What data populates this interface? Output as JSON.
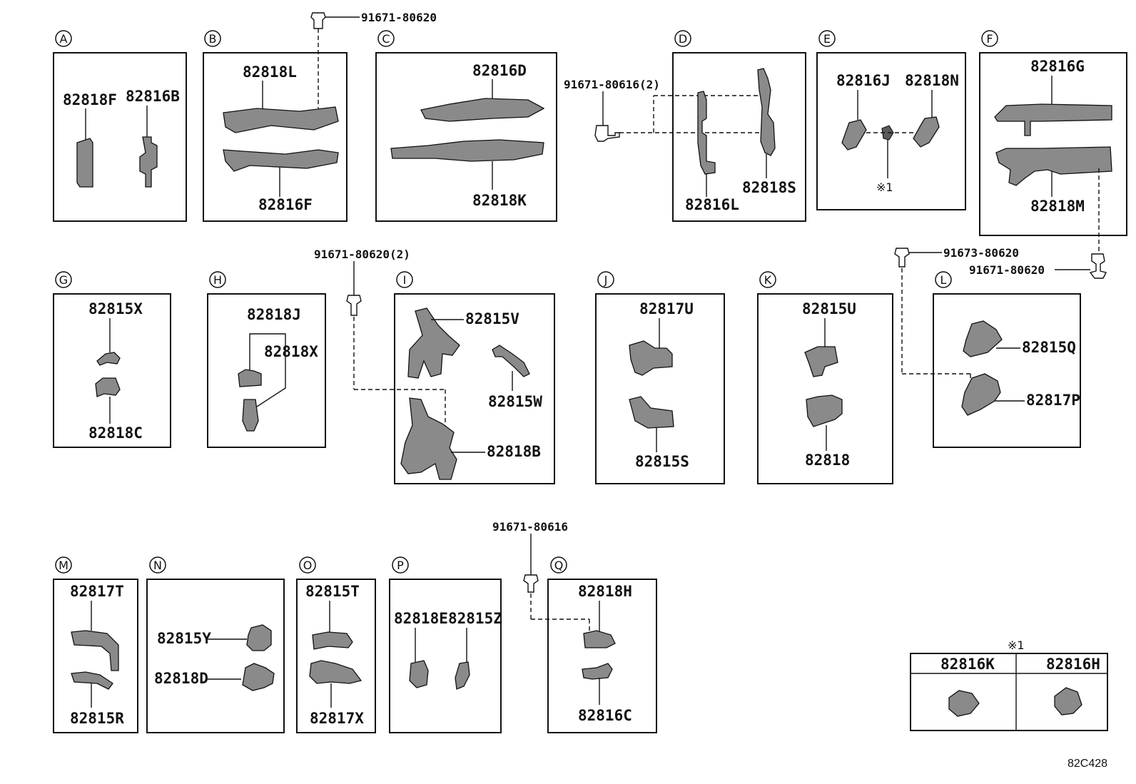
{
  "sections": {
    "A": {
      "letter": "A",
      "parts": [
        "82818F",
        "82816B"
      ]
    },
    "B": {
      "letter": "B",
      "parts": [
        "82818L",
        "82816F"
      ]
    },
    "C": {
      "letter": "C",
      "parts": [
        "82816D",
        "82818K"
      ]
    },
    "D": {
      "letter": "D",
      "parts": [
        "82816L",
        "82818S"
      ]
    },
    "E": {
      "letter": "E",
      "parts": [
        "82816J",
        "82818N"
      ],
      "note": "※1"
    },
    "F": {
      "letter": "F",
      "parts": [
        "82816G",
        "82818M"
      ]
    },
    "G": {
      "letter": "G",
      "parts": [
        "82815X",
        "82818C"
      ]
    },
    "H": {
      "letter": "H",
      "parts": [
        "82818J",
        "82818X"
      ]
    },
    "I": {
      "letter": "I",
      "parts": [
        "82815V",
        "82815W",
        "82818B"
      ]
    },
    "J": {
      "letter": "J",
      "parts": [
        "82817U",
        "82815S"
      ]
    },
    "K": {
      "letter": "K",
      "parts": [
        "82815U",
        "82818"
      ]
    },
    "L": {
      "letter": "L",
      "parts": [
        "82815Q",
        "82817P"
      ]
    },
    "M": {
      "letter": "M",
      "parts": [
        "82817T",
        "82815R"
      ]
    },
    "N": {
      "letter": "N",
      "parts": [
        "82815Y",
        "82818D"
      ]
    },
    "O": {
      "letter": "O",
      "parts": [
        "82815T",
        "82817X"
      ]
    },
    "P": {
      "letter": "P",
      "parts": [
        "82818E",
        "82815Z"
      ]
    },
    "Q": {
      "letter": "Q",
      "parts": [
        "82818H",
        "82816C"
      ]
    }
  },
  "bolts": {
    "b1": "91671-80620",
    "b2": "91671-80616(2)",
    "b3": "91671-80620(2)",
    "b4": "91673-80620",
    "b5": "91671-80620",
    "b6": "91671-80616"
  },
  "legend": {
    "marker": "※1",
    "col1": "82816K",
    "col2": "82816H"
  },
  "diagram_code": "82C428"
}
